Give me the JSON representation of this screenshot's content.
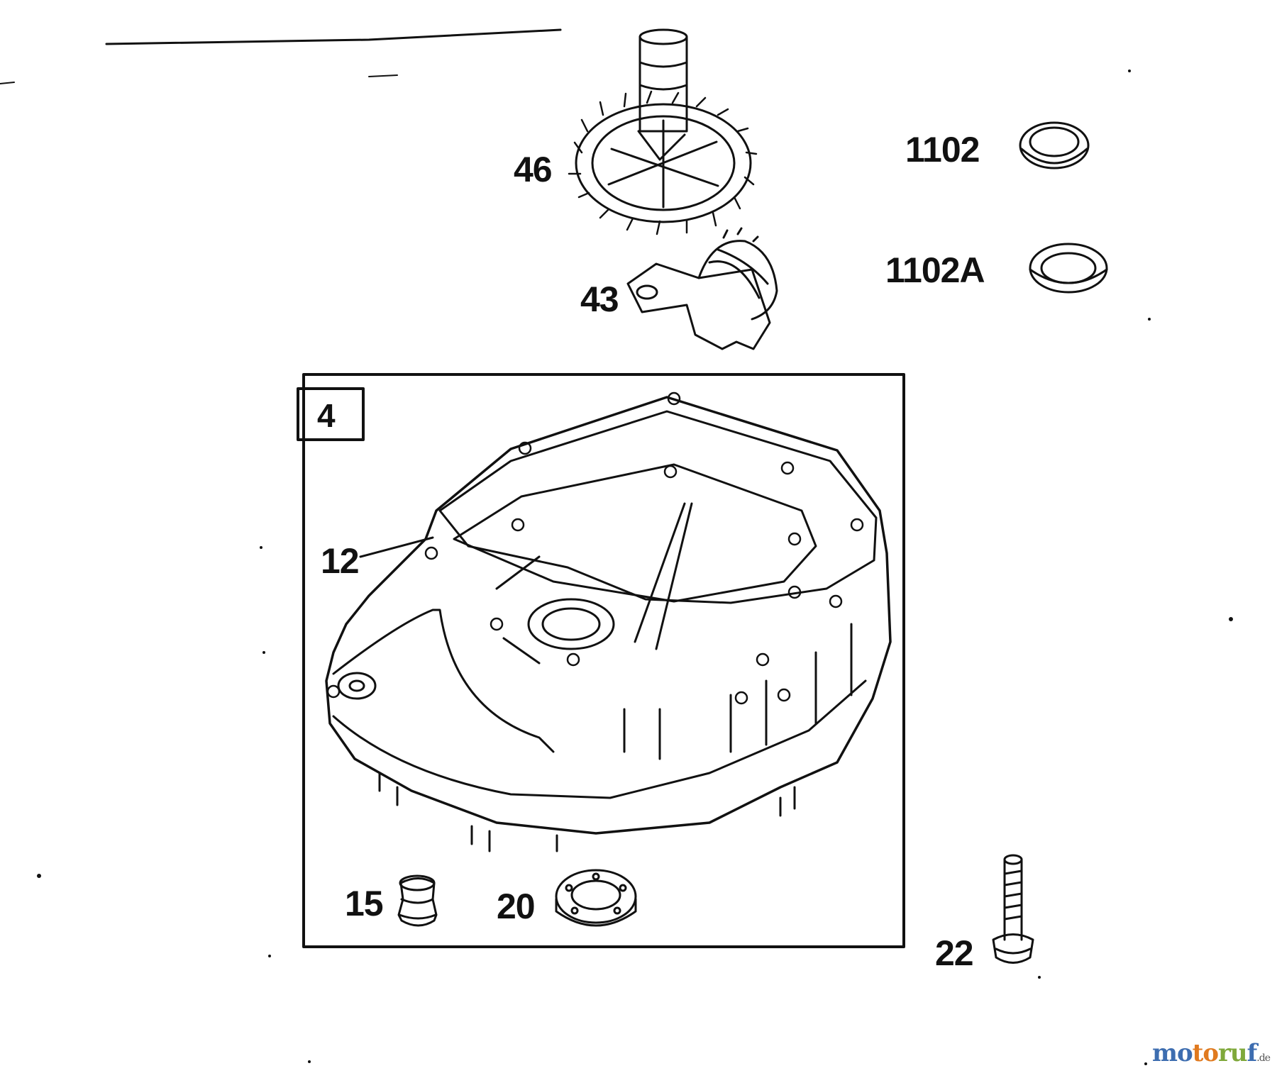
{
  "callouts": {
    "c46": "46",
    "c1102": "1102",
    "c43": "43",
    "c1102a": "1102A",
    "c4": "4",
    "c12": "12",
    "c15": "15",
    "c20": "20",
    "c22": "22"
  },
  "watermark": {
    "p1": "mo",
    "p2": "to",
    "p3": "ru",
    "p4": "f",
    "p5": ".de"
  },
  "colors": {
    "ink": "#111111",
    "background": "#ffffff",
    "watermark_blue": "#3d6db0",
    "watermark_orange": "#e07a1f",
    "watermark_green": "#7fa83a"
  }
}
